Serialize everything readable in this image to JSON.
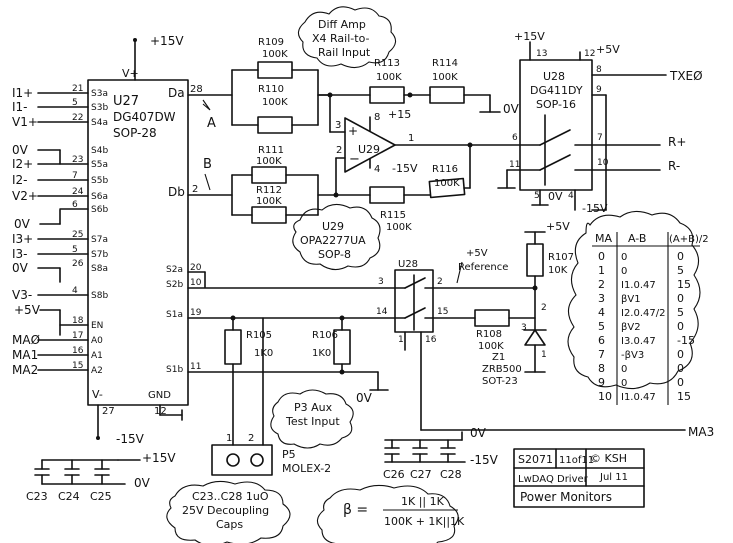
{
  "u27": {
    "ref": "U27",
    "part": "DG407DW",
    "package": "SOP-28",
    "supply_pos": "+15V",
    "supply_pos_pin": "V+",
    "supply_neg": "-15V",
    "supply_neg_pin": "V-",
    "gnd_pin": "GND",
    "pin_v_neg": "27",
    "pin_gnd": "12",
    "inputs": [
      {
        "net": "I1+",
        "pin": "21",
        "port": "S3a"
      },
      {
        "net": "I1-",
        "pin": "5",
        "port": "S3b"
      },
      {
        "net": "V1+",
        "pin": "22",
        "port": "S4a"
      },
      {
        "net": "0V",
        "pin": "",
        "port": "S4b"
      },
      {
        "net": "I2+",
        "pin": "23",
        "port": "S5a"
      },
      {
        "net": "I2-",
        "pin": "7",
        "port": "S5b"
      },
      {
        "net": "V2+",
        "pin": "24",
        "port": "S6a"
      },
      {
        "net": "",
        "pin": "6",
        "port": "S6b"
      },
      {
        "net": "0V",
        "pin": "",
        "port": ""
      },
      {
        "net": "I3+",
        "pin": "25",
        "port": "S7a"
      },
      {
        "net": "I3-",
        "pin": "5",
        "port": "S7b"
      },
      {
        "net": "0V",
        "pin": "26",
        "port": "S8a"
      },
      {
        "net": "V3-",
        "pin": "4",
        "port": "S8b"
      },
      {
        "net": "+5V",
        "pin": "",
        "port": ""
      },
      {
        "net": "",
        "pin": "18",
        "port": "EN"
      },
      {
        "net": "MAØ",
        "pin": "17",
        "port": "A0"
      },
      {
        "net": "MA1",
        "pin": "16",
        "port": "A1"
      },
      {
        "net": "MA2",
        "pin": "15",
        "port": "A2"
      }
    ],
    "outputs": [
      {
        "port": "Da",
        "pin": "28"
      },
      {
        "port": "Db",
        "pin": "2"
      },
      {
        "port": "S2a",
        "pin": "20"
      },
      {
        "port": "S2b",
        "pin": "10"
      },
      {
        "port": "S1a",
        "pin": "19"
      },
      {
        "port": "S1b",
        "pin": "11"
      }
    ]
  },
  "labels": {
    "node_a": "A",
    "node_b": "B",
    "plus15": "+15V",
    "minus15": "-15V",
    "zero_v": "0V",
    "plus5": "+5V",
    "txe": "TXEØ",
    "r_plus": "R+",
    "r_minus": "R-",
    "ma3": "MA3"
  },
  "diff_amp_note": [
    "Diff Amp",
    "X4 Rail-to-",
    "Rail Input"
  ],
  "u29": {
    "ref": "U29",
    "part": "OPA2277UA",
    "package": "SOP-8",
    "pin_plus": "3",
    "pin_minus": "2",
    "pin_out": "1",
    "pin_vp": "8",
    "pin_vn": "4",
    "plus": "+15",
    "minus": "-15V"
  },
  "resistors": {
    "r109": {
      "ref": "R109",
      "value": "100K"
    },
    "r110": {
      "ref": "R110",
      "value": "100K"
    },
    "r111": {
      "ref": "R111",
      "value": "100K"
    },
    "r112": {
      "ref": "R112",
      "value": "100K"
    },
    "r113": {
      "ref": "R113",
      "value": "100K"
    },
    "r114": {
      "ref": "R114",
      "value": "100K"
    },
    "r115": {
      "ref": "R115",
      "value": "100K"
    },
    "r116": {
      "ref": "R116",
      "value": "100K"
    },
    "r105": {
      "ref": "R105",
      "value": "1K0"
    },
    "r106": {
      "ref": "R106",
      "value": "1K0"
    },
    "r107": {
      "ref": "R107",
      "value": "10K"
    },
    "r108": {
      "ref": "R108",
      "value": "100K"
    }
  },
  "u28_top": {
    "ref": "U28",
    "part": "DG411DY",
    "package": "SOP-16",
    "supply": "+15V",
    "supply2": "+5V",
    "pins": {
      "p13": "13",
      "p12": "12",
      "p8": "8",
      "p9": "9",
      "p6": "6",
      "p7": "7",
      "p11": "11",
      "p10": "10",
      "p5": "5",
      "p4": "4"
    },
    "gnd": "0V",
    "neg": "-15V"
  },
  "u28_low": {
    "ref": "U28",
    "pins": {
      "p3": "3",
      "p2": "2",
      "p14": "14",
      "p15": "15",
      "p1": "1",
      "p16": "16"
    }
  },
  "reference_note": [
    "+5V",
    "Reference"
  ],
  "zener": {
    "ref": "Z1",
    "part": "ZRB500",
    "package": "SOT-23",
    "pin1": "1",
    "pin2": "2",
    "pin3": "3"
  },
  "p5": {
    "ref": "P5",
    "part": "MOLEX-2",
    "pin1": "1",
    "pin2": "2"
  },
  "aux_note": [
    "P3 Aux",
    "Test Input"
  ],
  "caps_left": {
    "labels": [
      "C23",
      "C24",
      "C25"
    ],
    "plus": "+15V",
    "zero": "0V"
  },
  "caps_right": {
    "labels": [
      "C26",
      "C27",
      "C28"
    ],
    "zero": "0V",
    "minus": "-15V"
  },
  "cap_note": [
    "C23..C28 1uO",
    "25V Decoupling",
    "Caps"
  ],
  "beta": {
    "symbol": "β =",
    "num": "1K || 1K",
    "den": "100K + 1K||1K"
  },
  "gain_table": {
    "headers": [
      "MA",
      "A-B",
      "(A+B)/2"
    ],
    "rows": [
      [
        "0",
        "0",
        "0"
      ],
      [
        "1",
        "0",
        "5"
      ],
      [
        "2",
        "I1.0.47",
        "15"
      ],
      [
        "3",
        "βV1",
        "0"
      ],
      [
        "4",
        "I2.0.47/2",
        "5"
      ],
      [
        "5",
        "βV2",
        "0"
      ],
      [
        "6",
        "I3.0.47",
        "-15"
      ],
      [
        "7",
        "-βV3",
        "0"
      ],
      [
        "8",
        "0",
        "0"
      ],
      [
        "9",
        "0",
        "0"
      ],
      [
        "10",
        "I1.0.47",
        "15"
      ]
    ]
  },
  "title_block": {
    "sheet": "S2071",
    "page": "11of11",
    "copyright": "© KSH",
    "date": "Jul 11",
    "project": "LwDAQ Driver",
    "title": "Power Monitors"
  }
}
